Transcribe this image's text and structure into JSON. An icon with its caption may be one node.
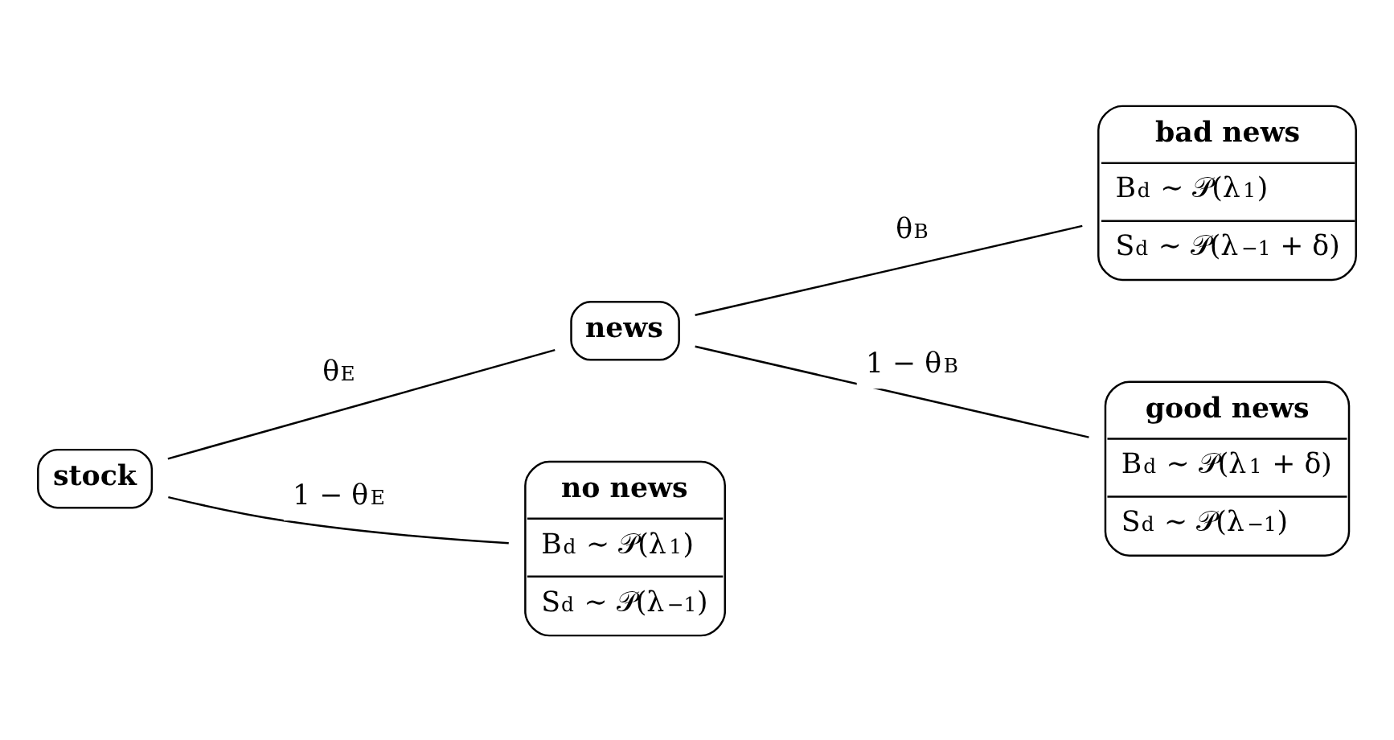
{
  "diagram": {
    "nodes": [
      {
        "text": [
          "stock"
        ]
      },
      {
        "text": [
          "news"
        ]
      },
      {
        "text": [
          "no news",
          "B$_{d}$ ∼ 𝒫(λ$_{1}$)",
          "S$_{d}$ ∼ 𝒫(λ$_{−1}$)"
        ]
      },
      {
        "text": [
          "bad news",
          "B$_{d}$ ∼ 𝒫(λ$_{1}$)",
          "S$_{d}$ ∼ 𝒫(λ$_{−1}$ + δ)"
        ]
      },
      {
        "text": [
          "good news",
          "B$_{d}$ ∼ 𝒫(λ$_{1}$ + δ)",
          "S$_{d}$ ∼ 𝒫(λ$_{−1}$)"
        ]
      }
    ],
    "edges": [
      {
        "from": 0,
        "to": 1,
        "arrow": "none",
        "label": "θ$_{E}$"
      },
      {
        "from": 0,
        "to": 2,
        "arrow": "none",
        "label": "1 − θ$_{E}$"
      },
      {
        "from": 1,
        "to": 3,
        "arrow": "none",
        "label": "θ$_{B}$"
      },
      {
        "from": 1,
        "to": 4,
        "arrow": "none",
        "label": "1 − θ$_{B}$"
      }
    ]
  }
}
